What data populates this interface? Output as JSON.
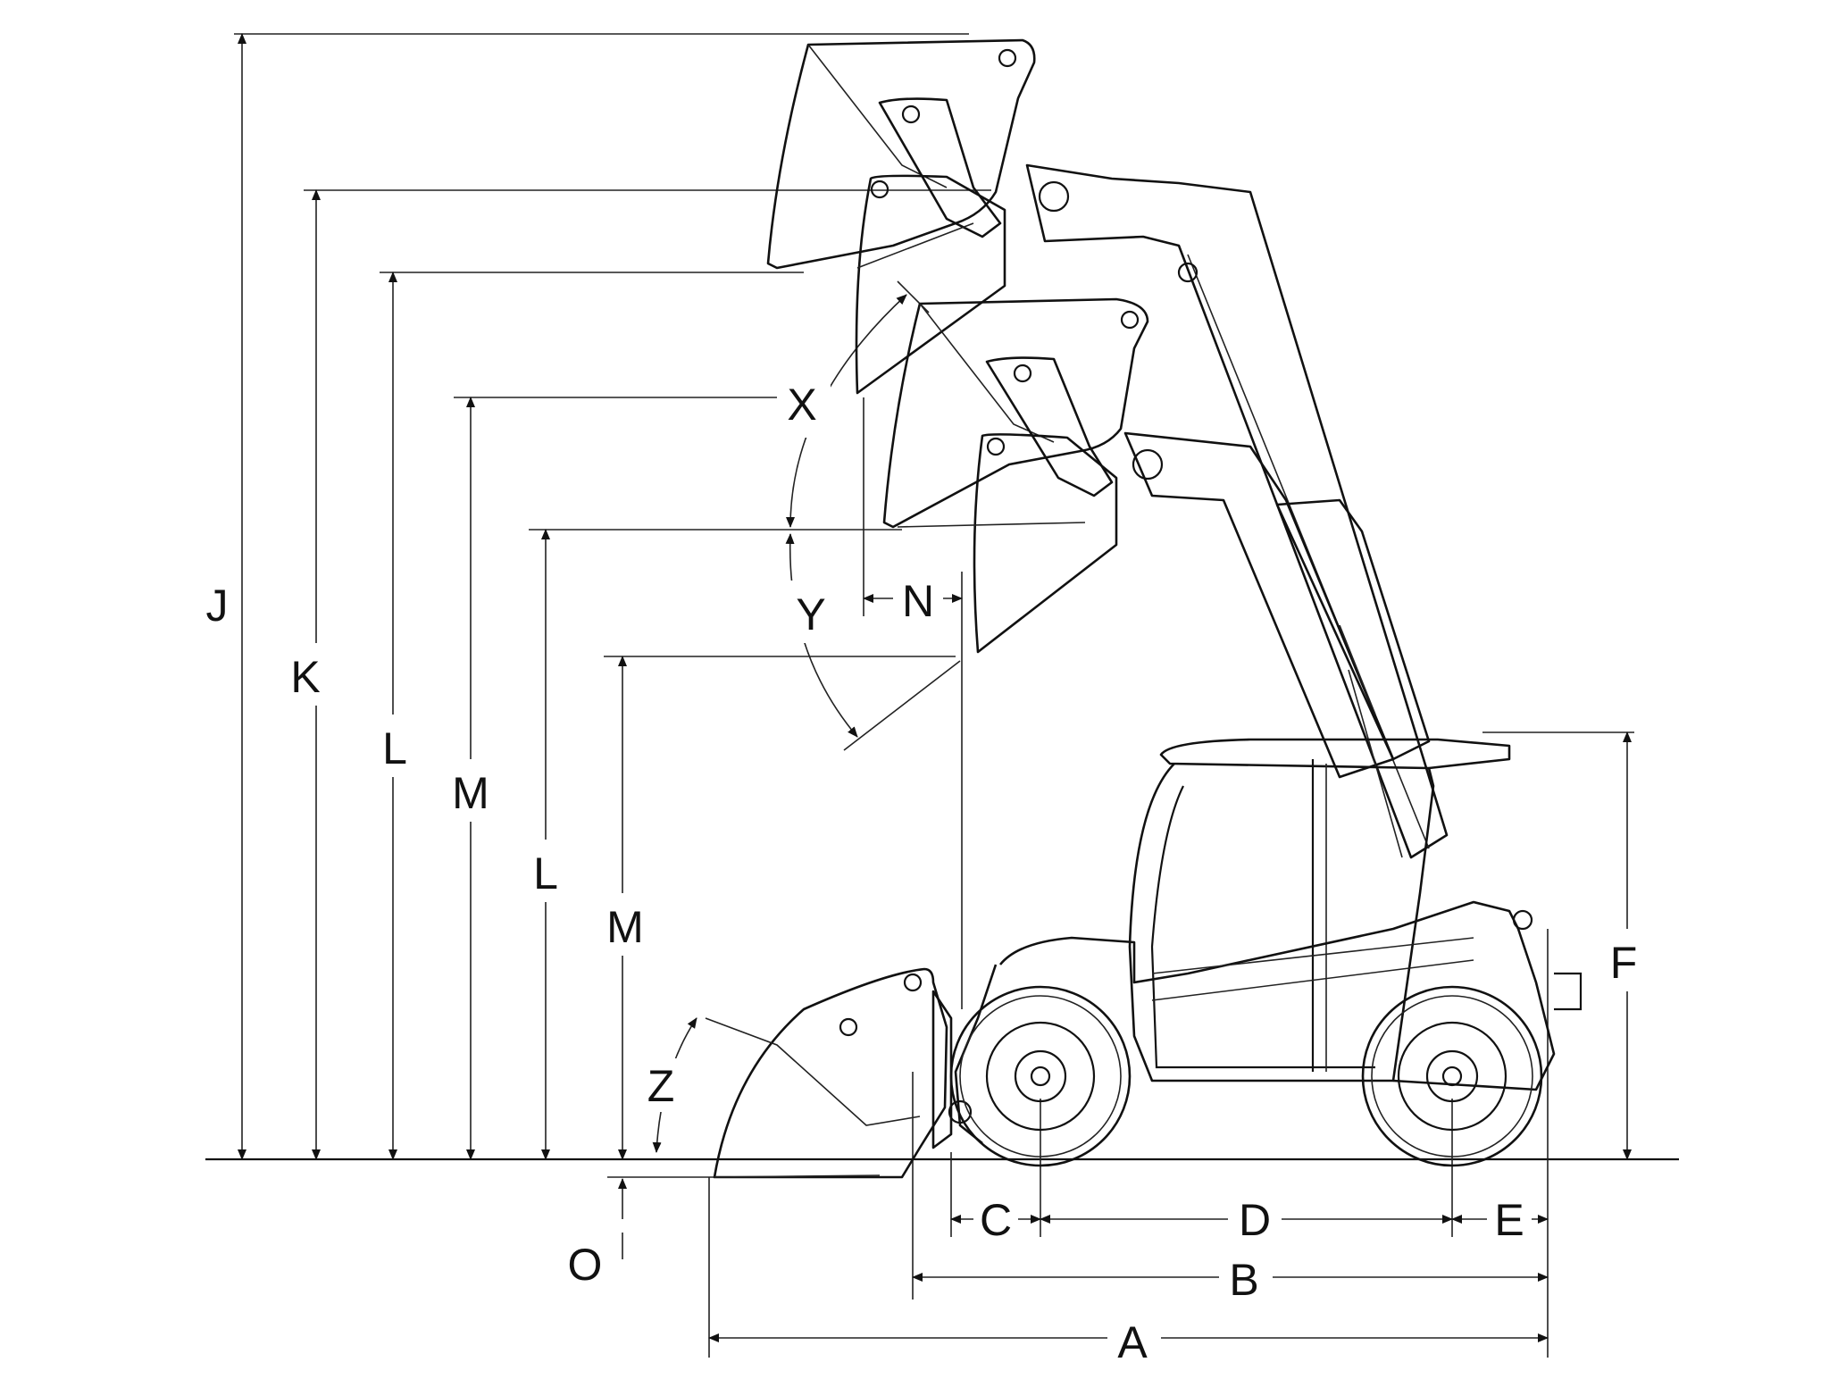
{
  "dimension_labels": {
    "A": "A",
    "B": "B",
    "C": "C",
    "D": "D",
    "E": "E",
    "F": "F",
    "J": "J",
    "K": "K",
    "L1": "L",
    "M1": "M",
    "L2": "L",
    "M2": "M",
    "N": "N",
    "O": "O",
    "X": "X",
    "Y": "Y",
    "Z": "Z"
  },
  "colors": {
    "line": "#111111",
    "background": "#ffffff"
  }
}
